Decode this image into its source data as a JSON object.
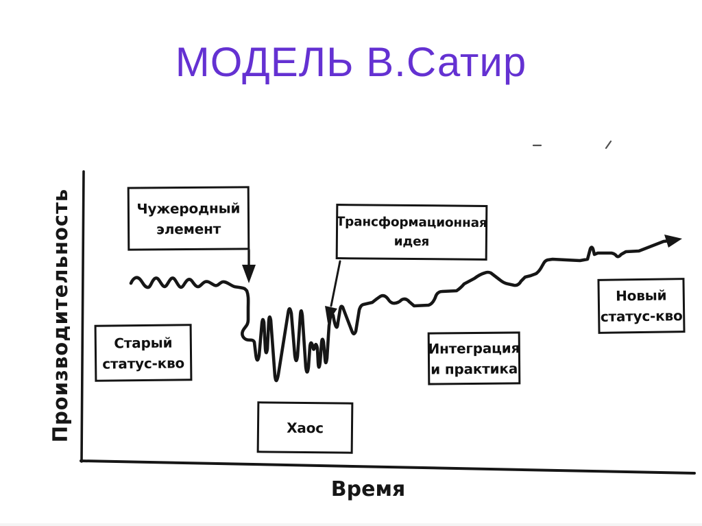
{
  "title": {
    "text": "МОДЕЛЬ В.Сатир",
    "color": "#6431d2"
  },
  "diagram": {
    "type": "satir-change-model-curve",
    "y_axis_label": "Производительность",
    "x_axis_label": "Время",
    "ink_color": "#161616",
    "background_color": "#ffffff",
    "boxes": [
      {
        "name": "foreign-element",
        "lines": [
          "Чужеродный",
          "элемент"
        ]
      },
      {
        "name": "transformational-idea",
        "lines": [
          "Трансформационная",
          "идея"
        ]
      },
      {
        "name": "old-status-quo",
        "lines": [
          "Старый",
          "статус-кво"
        ]
      },
      {
        "name": "integration-and-practice",
        "lines": [
          "Интеграция",
          "и практика"
        ]
      },
      {
        "name": "new-status-quo",
        "lines": [
          "Новый",
          "статус-кво"
        ]
      },
      {
        "name": "chaos",
        "lines": [
          "Хаос"
        ]
      }
    ]
  }
}
